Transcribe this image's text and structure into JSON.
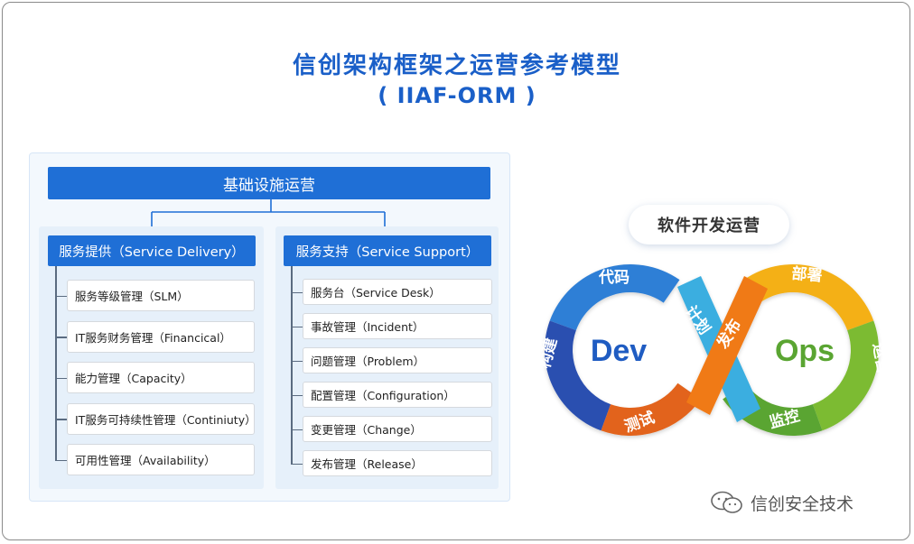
{
  "title": "信创架构框架之运营参考模型",
  "subtitle": "( IIAF-ORM )",
  "infra": {
    "header": "基础设施运营",
    "left": {
      "header": "服务提供（Service Delivery）",
      "items": [
        "服务等级管理（SLM）",
        "IT服务财务管理（Financical）",
        "能力管理（Capacity）",
        "IT服务可持续性管理（Continiuty）",
        "可用性管理（Availability）"
      ]
    },
    "right": {
      "header": "服务支持（Service Support）",
      "items": [
        "服务台（Service Desk）",
        "事故管理（Incident）",
        "问题管理（Problem）",
        "配置管理（Configuration）",
        "变更管理（Change）",
        "发布管理（Release）"
      ]
    }
  },
  "devops": {
    "header": "软件开发运营",
    "dev_label": "Dev",
    "ops_label": "Ops",
    "stages": {
      "code": "代码",
      "build": "构建",
      "test": "测试",
      "plan": "计划",
      "release": "发布",
      "deploy": "部署",
      "operate": "运营",
      "monitor": "监控"
    },
    "colors": {
      "blue_dark": "#2a4fb0",
      "blue": "#2f7fd6",
      "orange": "#f07a16",
      "orange_dark": "#e2631a",
      "yellow": "#f4b018",
      "green": "#7cbb31",
      "green_dark": "#5aa532",
      "cyan": "#3aaee0"
    }
  },
  "watermark": "信创安全技术"
}
